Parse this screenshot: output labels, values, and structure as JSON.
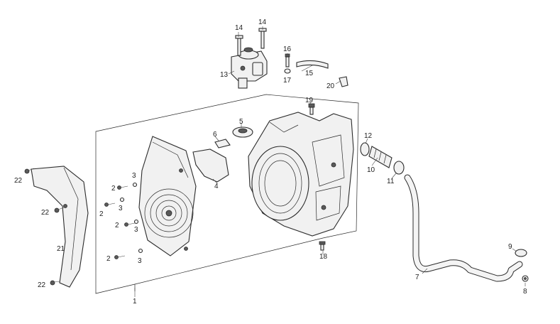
{
  "diagram": {
    "callouts": [
      {
        "id": "c14a",
        "text": "14"
      },
      {
        "id": "c14b",
        "text": "14"
      },
      {
        "id": "c13",
        "text": "13"
      },
      {
        "id": "c16",
        "text": "16"
      },
      {
        "id": "c17",
        "text": "17"
      },
      {
        "id": "c15",
        "text": "15"
      },
      {
        "id": "c20",
        "text": "20"
      },
      {
        "id": "c19",
        "text": "19"
      },
      {
        "id": "c5",
        "text": "5"
      },
      {
        "id": "c6",
        "text": "6"
      },
      {
        "id": "c12",
        "text": "12"
      },
      {
        "id": "c10",
        "text": "10"
      },
      {
        "id": "c11",
        "text": "11"
      },
      {
        "id": "c22a",
        "text": "22"
      },
      {
        "id": "c22b",
        "text": "22"
      },
      {
        "id": "c22c",
        "text": "22"
      },
      {
        "id": "c21",
        "text": "21"
      },
      {
        "id": "c3a",
        "text": "3"
      },
      {
        "id": "c2a",
        "text": "2"
      },
      {
        "id": "c3b",
        "text": "3"
      },
      {
        "id": "c2b",
        "text": "2"
      },
      {
        "id": "c2c",
        "text": "2"
      },
      {
        "id": "c3c",
        "text": "3"
      },
      {
        "id": "c2d",
        "text": "2"
      },
      {
        "id": "c3d",
        "text": "3"
      },
      {
        "id": "c4",
        "text": "4"
      },
      {
        "id": "c1",
        "text": "1"
      },
      {
        "id": "c18",
        "text": "18"
      },
      {
        "id": "c9",
        "text": "9"
      },
      {
        "id": "c7",
        "text": "7"
      },
      {
        "id": "c8",
        "text": "8"
      }
    ]
  }
}
